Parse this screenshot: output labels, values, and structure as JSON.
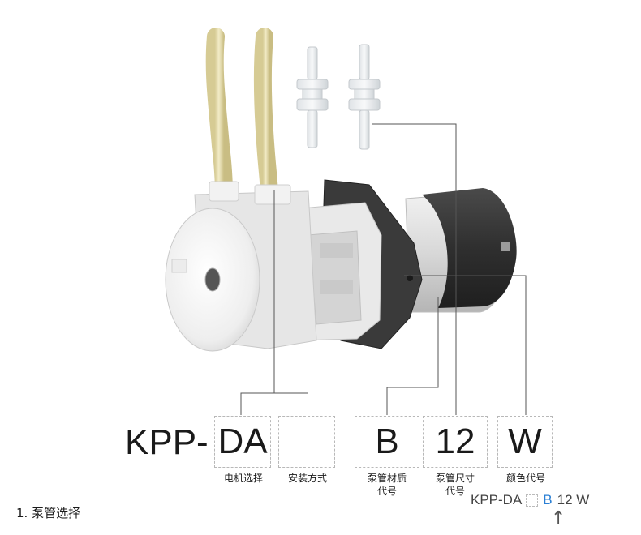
{
  "model_code": {
    "prefix": "KPP-",
    "fields": [
      {
        "value": "DA",
        "caption_lines": [
          "电机选择"
        ]
      },
      {
        "value": "",
        "caption_lines": [
          "安装方式"
        ]
      },
      {
        "value": "B",
        "caption_lines": [
          "泵管材质",
          "代号"
        ]
      },
      {
        "value": "12",
        "caption_lines": [
          "泵管尺寸",
          "代号"
        ]
      },
      {
        "value": "W",
        "caption_lines": [
          "颜色代号"
        ]
      }
    ]
  },
  "section_title": "1. 泵管选择",
  "example": {
    "part1": "KPP-DA",
    "highlight": "B",
    "part2": "12 W"
  },
  "arrow_glyph": "↑",
  "colors": {
    "tube": "#e6dcaa",
    "pump_body": "#eeeeee",
    "motor": "#3c3c3c",
    "bracket": "#2e2e2e",
    "highlight": "#2a7fd4"
  }
}
